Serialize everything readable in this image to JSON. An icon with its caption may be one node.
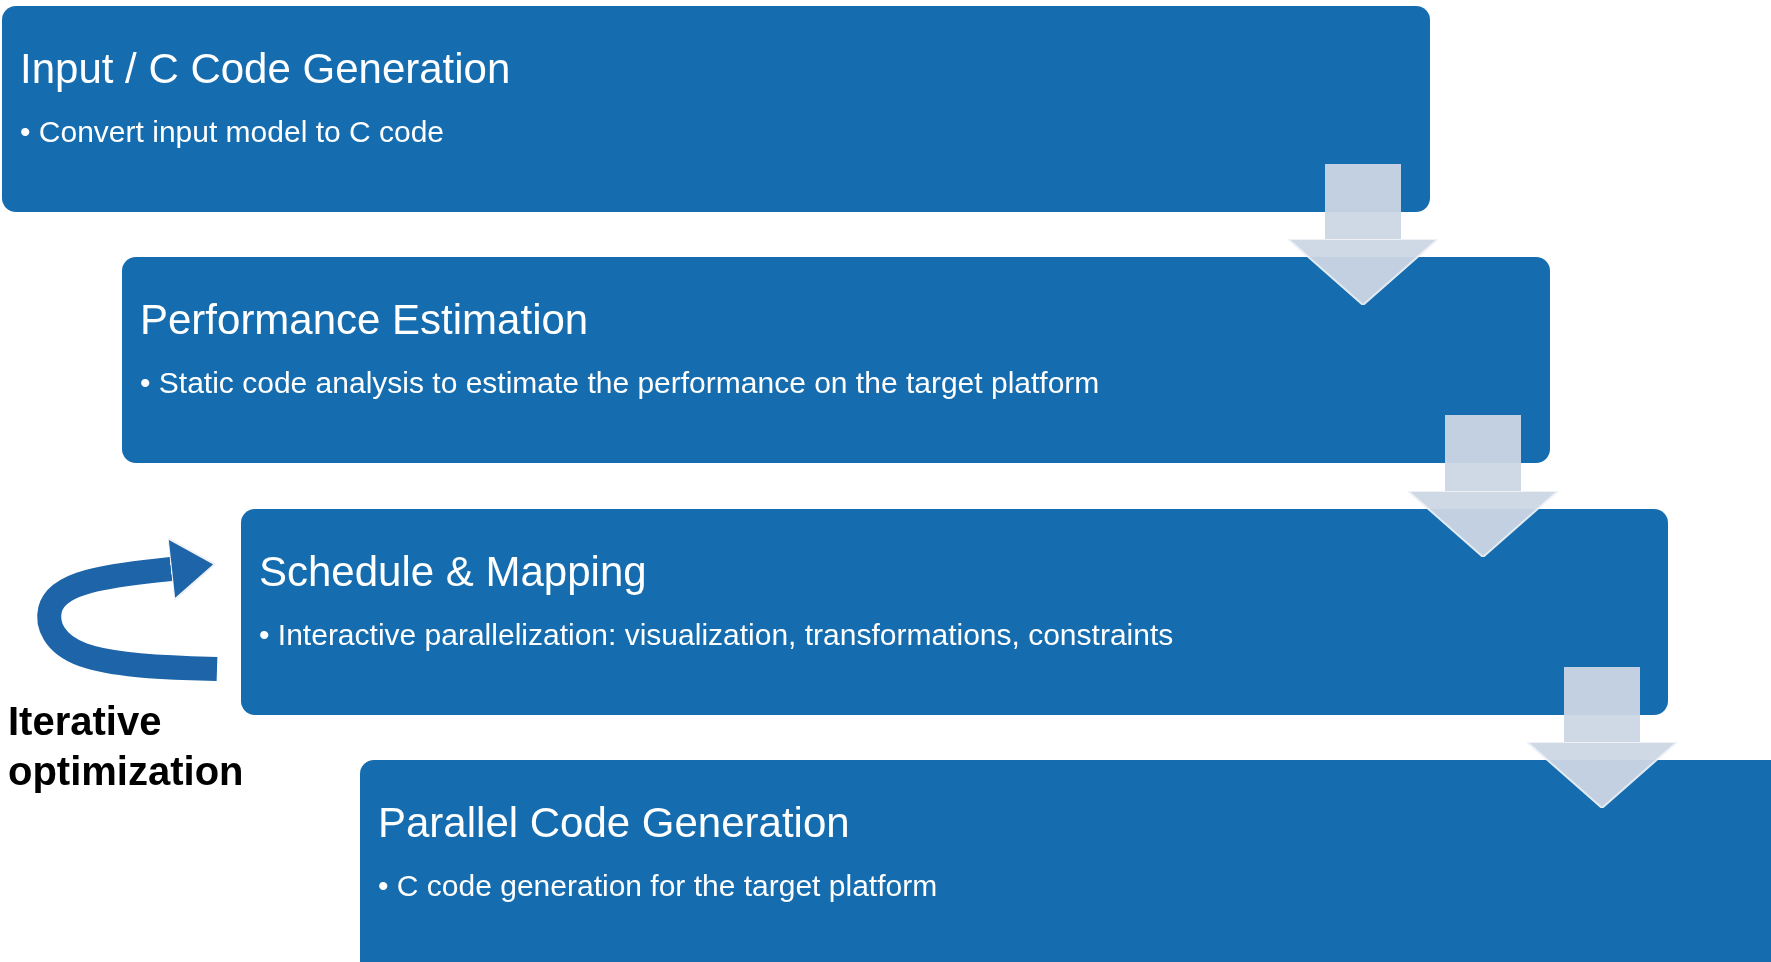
{
  "diagram": {
    "nodes": [
      {
        "text": [
          "Input / C Code Generation",
          "• Convert input model to C code"
        ]
      },
      {
        "text": [
          "Performance Estimation",
          "• Static code analysis to estimate the performance on the target platform"
        ]
      },
      {
        "text": [
          "Schedule & Mapping",
          "• Interactive parallelization: visualization, transformations, constraints"
        ]
      },
      {
        "text": [
          "Parallel Code Generation",
          "• C code generation for the target platform"
        ]
      }
    ],
    "edges": [
      {
        "from": 0,
        "to": 1,
        "arrow": "to"
      },
      {
        "from": 1,
        "to": 2,
        "arrow": "to"
      },
      {
        "from": 2,
        "to": 3,
        "arrow": "to"
      },
      {
        "from": 2,
        "to": 2,
        "arrow": "to",
        "label": "Iterative optimization",
        "color": "#1d64a8"
      }
    ]
  }
}
